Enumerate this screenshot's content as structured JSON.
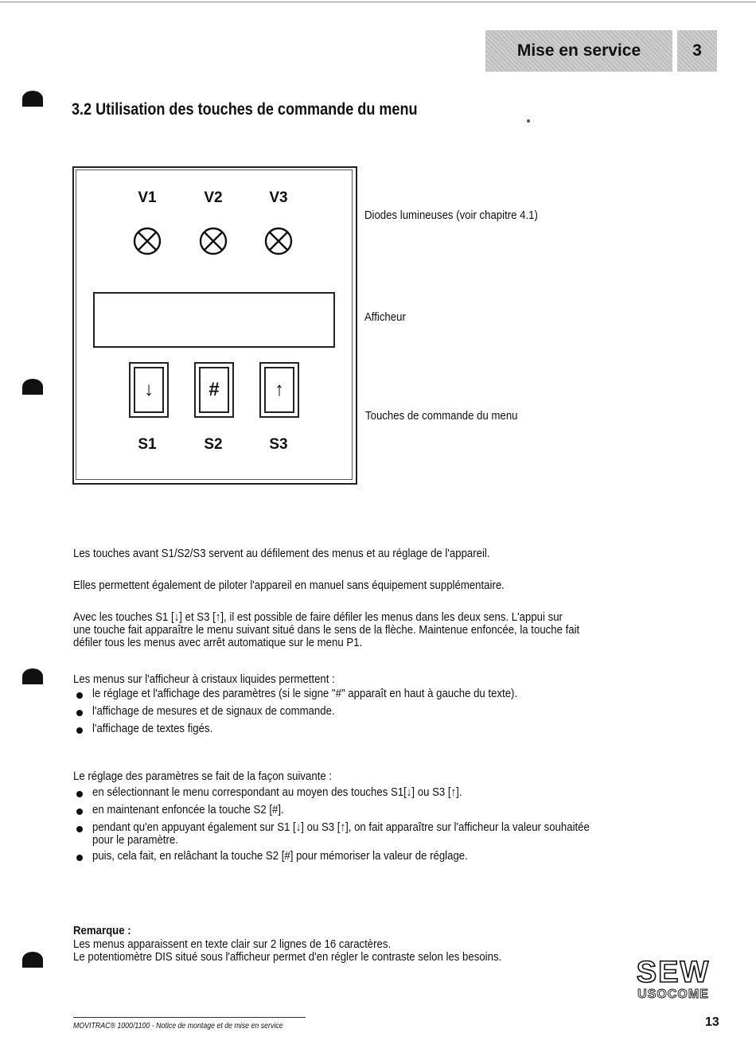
{
  "header": {
    "chapter_title": "Mise en service",
    "chapter_number": "3"
  },
  "section": {
    "title": "3.2  Utilisation des touches de commande du menu"
  },
  "panel": {
    "leds": [
      "V1",
      "V2",
      "V3"
    ],
    "keys": [
      {
        "symbol": "↓",
        "label": "S1"
      },
      {
        "symbol": "#",
        "label": "S2"
      },
      {
        "symbol": "↑",
        "label": "S3"
      }
    ]
  },
  "callouts": {
    "leds": "Diodes lumineuses (voir chapitre 4.1)",
    "display": "Afficheur",
    "keys": "Touches de commande du menu"
  },
  "body": {
    "p1": "Les touches avant S1/S2/S3 servent au défilement des menus et au réglage de l'appareil.",
    "p2": "Elles permettent également de piloter l'appareil en manuel sans équipement supplémentaire.",
    "p3_lines": [
      "Avec les touches S1 [↓] et S3 [↑], il est possible de faire défiler les menus dans les deux sens. L'appui sur",
      "une touche fait apparaître le menu suivant situé dans le sens de la flèche. Maintenue enfoncée, la touche fait",
      "défiler tous les menus avec arrêt automatique sur le menu P1."
    ],
    "list1_intro": "Les menus sur l'afficheur à cristaux liquides permettent :",
    "list1": [
      "le réglage et l'affichage des paramètres (si le signe \"#\" apparaît en haut à gauche du texte).",
      "l'affichage de mesures et de signaux de commande.",
      "l'affichage de textes figés."
    ],
    "list2_intro": "Le réglage des paramètres se fait de la façon suivante :",
    "list2": [
      "en sélectionnant le menu correspondant au moyen des touches S1[↓] ou S3 [↑].",
      "en maintenant enfoncée la touche S2 [#].",
      "pendant qu'en appuyant également sur S1 [↓] ou S3 [↑], on fait apparaître sur l'afficheur la valeur souhaitée",
      "puis, cela fait, en relâchant la touche S2 [#] pour mémoriser la valeur de réglage."
    ],
    "list2_item3_cont": "pour le paramètre.",
    "note_title": "Remarque :",
    "note_lines": [
      "Les menus apparaissent en texte clair sur 2 lignes de 16 caractères.",
      "Le potentiomètre DIS situé sous l'afficheur permet d'en régler le contraste selon les besoins."
    ]
  },
  "footer": {
    "text": "MOVITRAC® 1000/1100 - Notice de montage et de mise en service",
    "page": "13"
  },
  "logo": {
    "top": "SEW",
    "bottom": "USOCOME"
  }
}
